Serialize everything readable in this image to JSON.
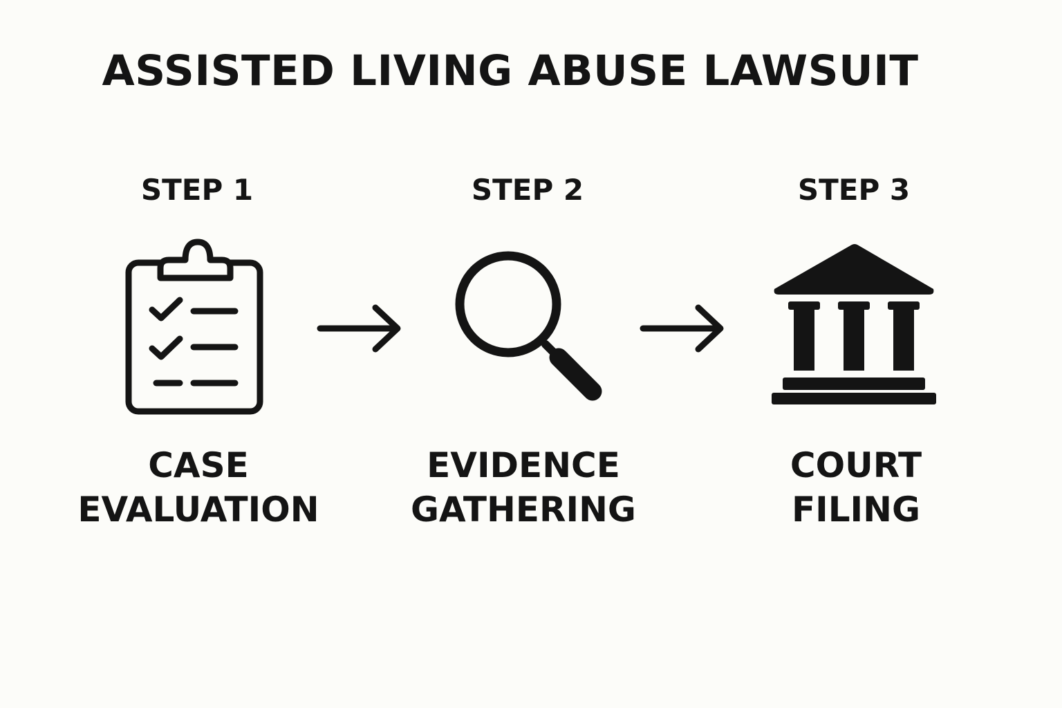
{
  "title": "ASSISTED LIVING ABUSE LAWSUIT",
  "steps": [
    {
      "label": "STEP 1",
      "icon": "clipboard-checklist-icon",
      "caption_lines": [
        "CASE",
        "EVALUATION"
      ]
    },
    {
      "label": "STEP 2",
      "icon": "magnifying-glass-icon",
      "caption_lines": [
        "EVIDENCE",
        "GATHERING"
      ]
    },
    {
      "label": "STEP 3",
      "icon": "courthouse-icon",
      "caption_lines": [
        "COURT",
        "FILING"
      ]
    }
  ],
  "connectors": [
    "arrow-right-icon",
    "arrow-right-icon"
  ],
  "colors": {
    "background": "#fcfcf9",
    "ink": "#141414"
  }
}
